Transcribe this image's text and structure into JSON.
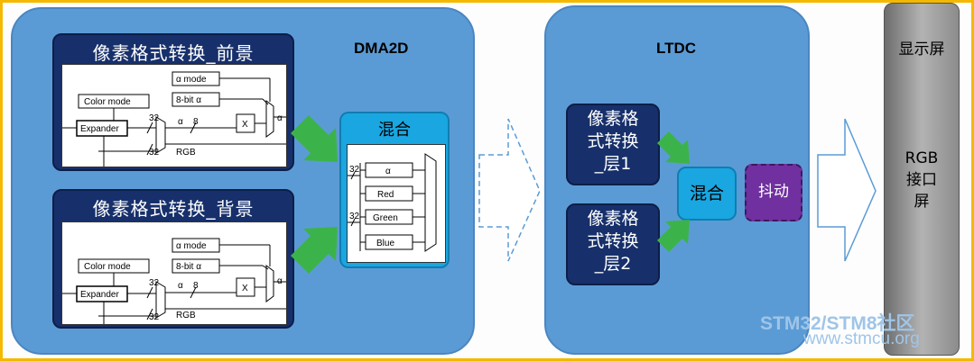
{
  "dma2d": {
    "title": "DMA2D",
    "foreground": {
      "title": "像素格式转换_前景",
      "alpha_mode": "α mode",
      "bit8_alpha": "8-bit α",
      "color_mode": "Color mode",
      "expander": "Expander",
      "mult": "X",
      "bus32_top": "32",
      "bus32_bot": "32",
      "alpha_sym": "α",
      "eight": "8",
      "rgb": "RGB",
      "alpha_out": "α"
    },
    "background": {
      "title": "像素格式转换_背景",
      "alpha_mode": "α mode",
      "bit8_alpha": "8-bit α",
      "color_mode": "Color mode",
      "expander": "Expander",
      "mult": "X",
      "bus32_top": "32",
      "bus32_bot": "32",
      "alpha_sym": "α",
      "eight": "8",
      "rgb": "RGB",
      "alpha_out": "α"
    },
    "blend": {
      "title": "混合",
      "bus_top": "32",
      "bus_bot": "32",
      "ch_alpha": "α",
      "ch_red": "Red",
      "ch_green": "Green",
      "ch_blue": "Blue"
    }
  },
  "ltdc": {
    "title": "LTDC",
    "layer1": [
      "像素格",
      "式转换",
      "_层1"
    ],
    "layer2": [
      "像素格",
      "式转换",
      "_层2"
    ],
    "blend": "混合",
    "dither": "抖动"
  },
  "screen": {
    "title": "显示屏",
    "label": [
      "RGB",
      "接口",
      "屏"
    ]
  },
  "watermark": {
    "brand": "STM32/STM8社区",
    "url": "www.stmcu.org"
  },
  "colors": {
    "panel": "#5b9bd5",
    "dark_box": "#17306b",
    "blend": "#1aa6e0",
    "dither": "#7030a0",
    "arrow": "#3cb34a",
    "frame": "#f5b800"
  }
}
